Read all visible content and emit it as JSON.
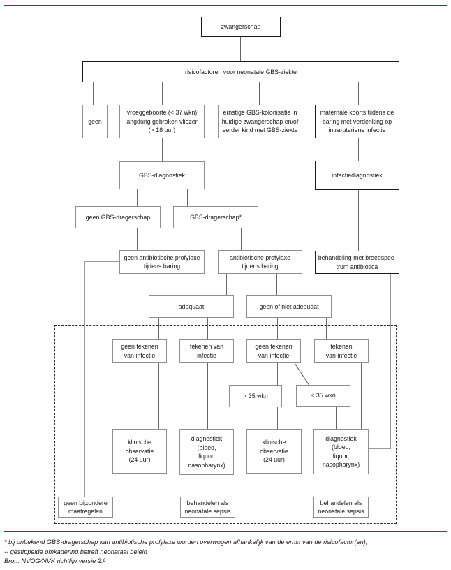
{
  "diagram": {
    "nodes": {
      "zwangerschap": {
        "label": "zwangerschap"
      },
      "risicofactoren": {
        "label": "risicofactoren voor neonatale GBS-ziekte"
      },
      "geen": {
        "label": "geen"
      },
      "vroeggeboorte": {
        "label": "vroeggeboorte (< 37 wkn)\nlangdurig gebroken vliezen\n(> 18 uur)"
      },
      "ernstige_kolonisatie": {
        "label": "ernstige GBS-kolonisatie in\nhuidige zwangerschap en/of\neerder kind met GBS-ziekte"
      },
      "maternale_koorts": {
        "label": "maternale koorts tijdens de\nbaring met verdenking op\nintra-uteriene infectie"
      },
      "gbs_diagnostiek": {
        "label": "GBS-diagnostiek"
      },
      "infectiediagnostiek": {
        "label": "infectiediagnostiek"
      },
      "geen_dragerschap": {
        "label": "geen GBS-dragerschap"
      },
      "dragerschap": {
        "label": "GBS-dragerschap*"
      },
      "geen_profylaxe": {
        "label": "geen antibiotische profylaxe\ntijdens baring"
      },
      "profylaxe": {
        "label": "antibiotische profylaxe\ntijdens baring"
      },
      "breedspectrum": {
        "label": "behandeling met breedspec-\ntrum antibiotica"
      },
      "adequaat": {
        "label": "adequaat"
      },
      "niet_adequaat": {
        "label": "geen of niet adequaat"
      },
      "a_geen_tekenen": {
        "label": "geen tekenen\nvan infectie"
      },
      "b_tekenen": {
        "label": "tekenen van\ninfectie"
      },
      "c_geen_tekenen": {
        "label": "geen tekenen\nvan infectie"
      },
      "d_tekenen": {
        "label": "tekenen\nvan infectie"
      },
      "gt35": {
        "label": "> 35 wkn"
      },
      "lt35": {
        "label": "< 35 wkn"
      },
      "a_observatie": {
        "label": "klinische\nobservatie\n(24 uur)"
      },
      "b_diagnostiek": {
        "label": "diagnostiek\n(bloed,\nliquor,\nnasopharynx)"
      },
      "c_observatie": {
        "label": "klinische\nobservatie\n(24 uur)"
      },
      "d_diagnostiek": {
        "label": "diagnostiek\n(bloed,\nliquor,\nnasopharynx)"
      },
      "geen_maatregelen": {
        "label": "geen bijzondere\nmaatregelen"
      },
      "behandelen_mid": {
        "label": "behandelen als\nneonatale sepsis"
      },
      "behandelen_rechts": {
        "label": "behandelen als\nneonatale sepsis"
      }
    },
    "footnotes": [
      "* bij onbekend GBS-dragerschap kan antibiotische profylaxe worden overwogen afhankelijk van de ernst van de risicofactor(en);",
      "-- gestippelde omkadering betreft neonataal beleid",
      "Bron: NVOG/NVK richtlijn versie 2.²"
    ],
    "colors": {
      "accent_rule": "#8f1f44",
      "box_border_light": "#8f8f8f",
      "box_border_dark": "#1a1a1a",
      "connector": "#666666",
      "bypass_connector": "#9a9a9a"
    }
  }
}
